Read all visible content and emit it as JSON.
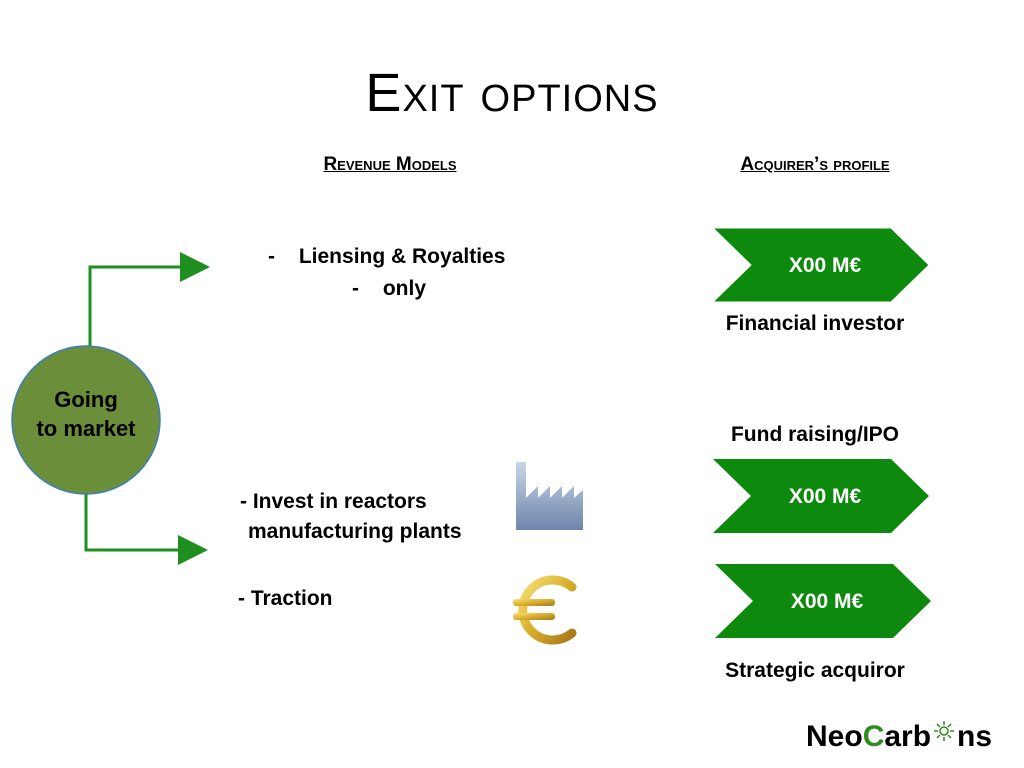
{
  "slide": {
    "title": "Exit options",
    "revenue_header": "Revenue Models",
    "acquirer_header": "Acquirer’s profile",
    "circle_label_1": "Going",
    "circle_label_2": "to market",
    "top_items": [
      {
        "dash": "-",
        "text": "Liensing & Royalties"
      },
      {
        "dash": "-",
        "text": "only"
      }
    ],
    "bottom_items": [
      "- Invest in reactors",
      "manufacturing plants",
      "- Traction"
    ],
    "chevrons": [
      {
        "label": "X00 M€"
      },
      {
        "label": "X00 M€"
      },
      {
        "label": "X00 M€"
      }
    ],
    "profiles": {
      "financial": "Financial investor",
      "fund": "Fund raising/IPO",
      "strategic": "Strategic acquiror"
    },
    "logo": {
      "part1": "Neo",
      "part2": "C",
      "part3": "arb",
      "part4": "ns"
    },
    "colors": {
      "chevron": "#0d8a0d",
      "circle": "#6b8e3a",
      "arrow": "#1f8f1f",
      "circle_border": "#3d7fb8"
    },
    "icons": [
      "factory-icon",
      "euro-icon",
      "sun-icon"
    ]
  }
}
